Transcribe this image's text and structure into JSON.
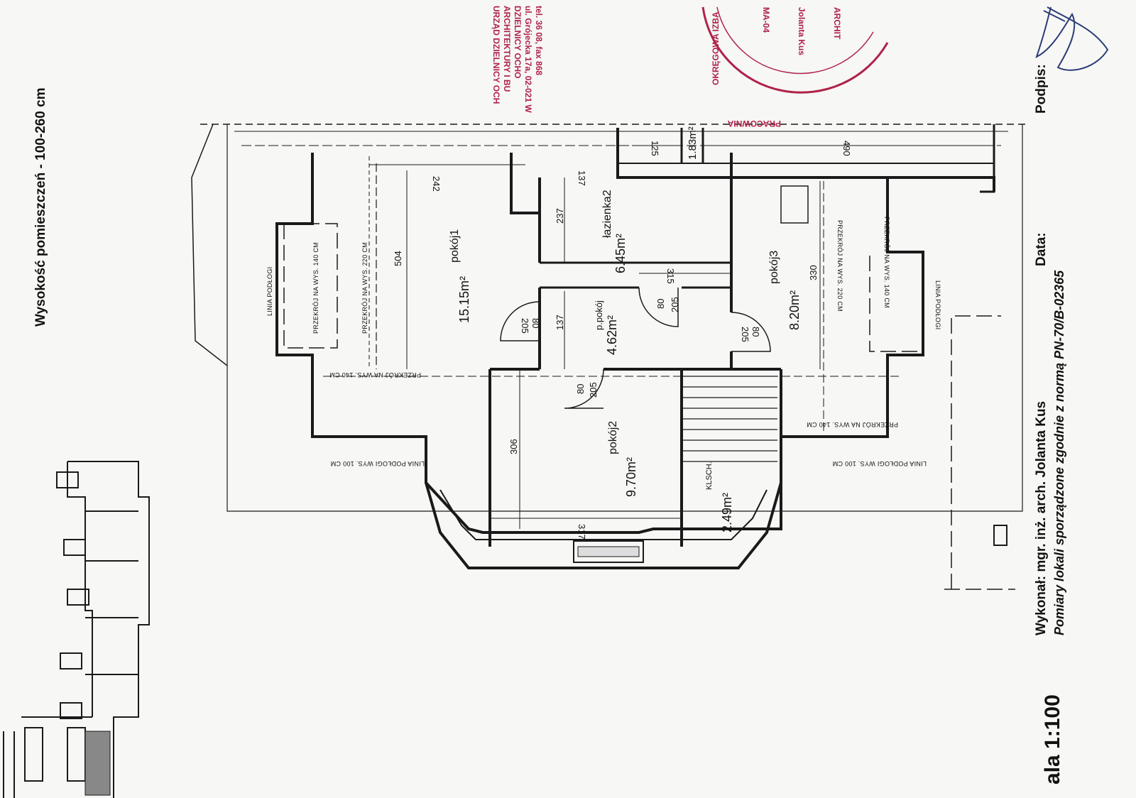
{
  "header": {
    "height_note": "Wysokość pomieszczeń - 100-260 cm",
    "scale": "ala 1:100"
  },
  "footer": {
    "performed_by": "Wykonał: mgr. inż. arch. Jolanta Kus",
    "date_label": "Data:",
    "signature_label": "Podpis:",
    "norm_note": "Pomiary lokali sporządzone zgodnie z normą PN-70/B-02365"
  },
  "rooms": [
    {
      "name": "pokój1",
      "area": "15.15m²"
    },
    {
      "name": "łazienka2",
      "area": "6.45m²"
    },
    {
      "name": "p.pokój",
      "area": "4.62m²"
    },
    {
      "name": "pokój3",
      "area": "8.20m²"
    },
    {
      "name": "pokój2",
      "area": "9.70m²"
    },
    {
      "name": "KLSCH.",
      "area": "2.49m²"
    },
    {
      "name": "",
      "area": "1.83m²"
    }
  ],
  "dimensions": [
    "242",
    "504",
    "237",
    "137",
    "315",
    "330",
    "137",
    "306",
    "317",
    "125",
    "490"
  ],
  "doors": [
    {
      "top": "80",
      "bottom": "205"
    },
    {
      "top": "80",
      "bottom": "205"
    },
    {
      "top": "80",
      "bottom": "205"
    },
    {
      "top": "80",
      "bottom": "205"
    }
  ],
  "notes": {
    "slope_line": "LINIA PODŁOGI",
    "section_140": "PRZEKRÓJ NA WYS. 140 CM",
    "section_220": "PRZEKRÓJ NA WYS. 220 CM",
    "section_140_wys": "PRZEKRÓJ NA WYS. 140 CM",
    "floor_line_100": "LINIA PODŁOGI WYS. 100 CM"
  },
  "stamps": {
    "office_lines": [
      "URZĄD DZIELNICY OCH",
      "ARCHITEKTURY I BU",
      "DZIELNICY OCHO",
      "ul. Grójecka 17a, 02-021 W",
      "tel. 36 08, fax 868"
    ],
    "round_stamp": [
      "ARCHIT",
      "Jolanta Kus",
      "MA-04",
      "PRACOWNIA",
      "OKRĘGOWA IZBA"
    ]
  },
  "colors": {
    "stamp": "#b0224a",
    "line": "#1a1a1a",
    "paper": "#f7f7f5"
  }
}
